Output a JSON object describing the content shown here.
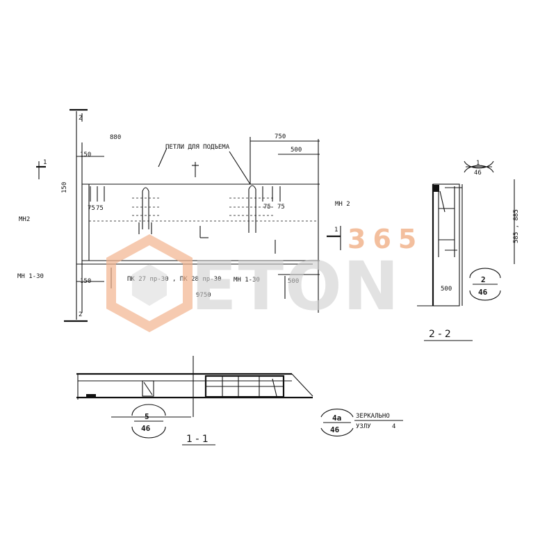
{
  "drawing": {
    "label_top_loops": "ПЕТЛИ ДЛЯ ПОДЪЕМА",
    "dim_880": "880",
    "dim_750": "750",
    "dim_500_top": "500",
    "dim_150_a": "150",
    "dim_150_b": "150",
    "dim_150_c": "150",
    "dim_75_a": "75",
    "dim_75_b": "75",
    "dim_75_c": "75",
    "dim_75_d": "75",
    "dim_500_bottom": "500",
    "dim_9750": "9750",
    "mh2_left": "МН2",
    "mh2_right": "МН 2",
    "mh130_left": "МН 1-30",
    "mh130_mid": "МН 1-30",
    "panels_label": "ПК 27 пр-30 , ПК 28 пр-30",
    "sec1_mark_top": "1",
    "sec1_mark_right": "1",
    "sec2_mark_top": "2",
    "sec2_mark_bottom": "2",
    "section_1_1": "1 - 1",
    "section_2_2": "2 - 2",
    "node_5_46_top": "5",
    "node_5_46_bot": "46",
    "node_4a_top": "4а",
    "node_4a_bot": "46",
    "mirror_note_1": "ЗЕРКАЛЬНО",
    "mirror_note_2": "УЗЛУ",
    "mirror_note_ref": "4",
    "node_1_46_top": "1",
    "node_1_46_bot": "46",
    "node_2_46_top": "2",
    "node_2_46_bot": "46",
    "dim_585": "585 , 885",
    "dim_500_side": "500"
  },
  "watermark": {
    "number": "365",
    "text": "ETON",
    "accent_color": "#f2b48e"
  }
}
